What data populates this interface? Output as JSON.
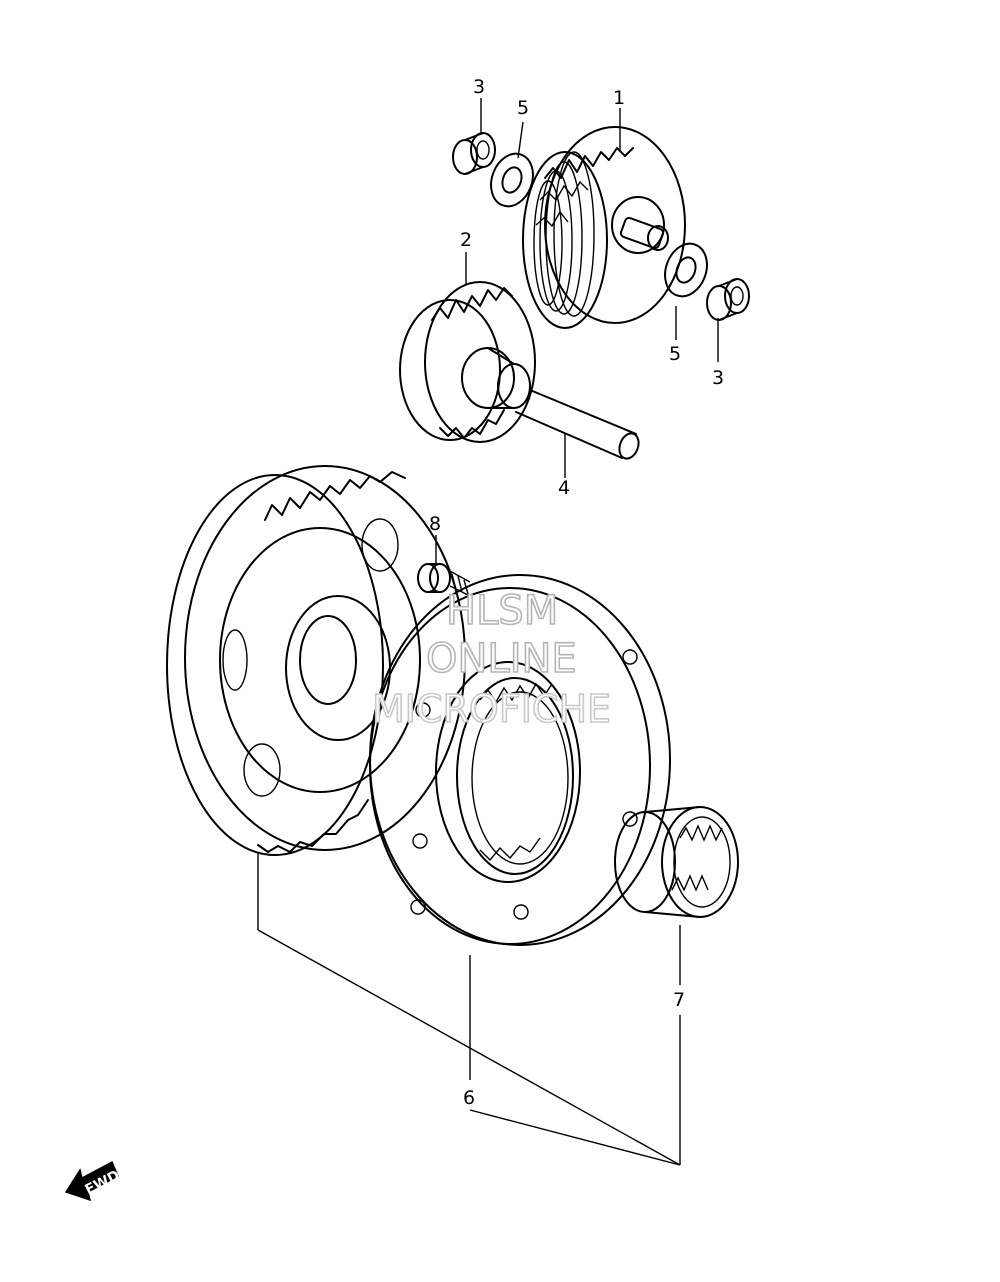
{
  "callouts": {
    "part_1": "1",
    "part_2": "2",
    "part_3_top": "3",
    "part_3_right": "3",
    "part_4": "4",
    "part_5_top": "5",
    "part_5_right": "5",
    "part_6": "6",
    "part_7": "7",
    "part_8": "8"
  },
  "watermark": {
    "line1": "HLSM",
    "line2": "ONLINE",
    "line3": "MICROFICHE"
  },
  "direction_arrow": {
    "label": "FWD"
  }
}
